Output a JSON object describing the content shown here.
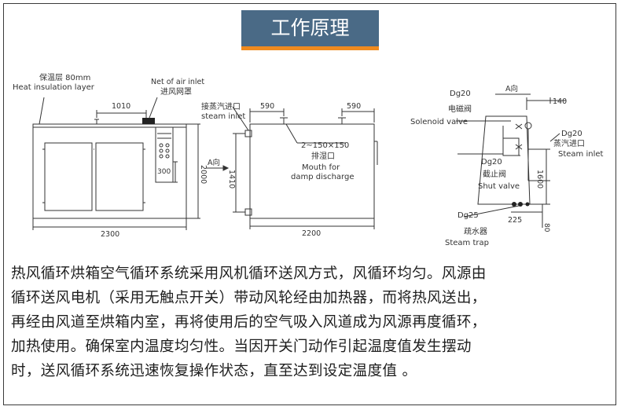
{
  "header": {
    "title": "工作原理"
  },
  "diagram": {
    "front": {
      "insulation_cn": "保温层 80mm",
      "insulation_en": "Heat insulation layer",
      "air_inlet_en": "Net of air inlet",
      "air_inlet_cn": "进风网罩",
      "dim_top": "1010",
      "dim_width": "2300",
      "dim_height": "2000",
      "dim_small": "300"
    },
    "side": {
      "steam_cn": "接蒸汽进口",
      "steam_en": "steam inlet",
      "dim_left": "590",
      "dim_right": "590",
      "damp_size": "2~150×150",
      "damp_cn": "排湿口",
      "damp_en1": "Mouth for",
      "damp_en2": "damp discharge",
      "dir_a": "A向",
      "dim_height": "1410",
      "dim_width": "2200"
    },
    "rear": {
      "dg_top": "Dg20",
      "dir_a": "A向",
      "dim_140": "140",
      "solenoid_cn": "电磁阀",
      "solenoid_en": "Solenoid valve",
      "dg_steam": "Dg20",
      "steam_cn": "蒸汽进口",
      "steam_en": "Steam inlet",
      "dg_shut": "Dg20",
      "shut_cn": "截止阀",
      "shut_en": "Shut valve",
      "dim_1600": "1600",
      "dg_trap": "Dg25",
      "dim_225": "225",
      "dim_80": "80",
      "trap_cn": "疏水器",
      "trap_en": "Steam trap"
    }
  },
  "description": {
    "lines": [
      "热风循环烘箱空气循环系统采用风机循环送风方式，风循环均匀。风源由",
      "循环送风电机（采用无触点开关）带动风轮经由加热器，而将热风送出，",
      "再经由风道至烘箱内室，再将使用后的空气吸入风道成为风源再度循环，",
      "加热使用。确保室内温度均匀性。当因开关门动作引起温度值发生摆动",
      "时，送风循环系统迅速恢复操作状态，直至达到设定温度值 。"
    ]
  }
}
